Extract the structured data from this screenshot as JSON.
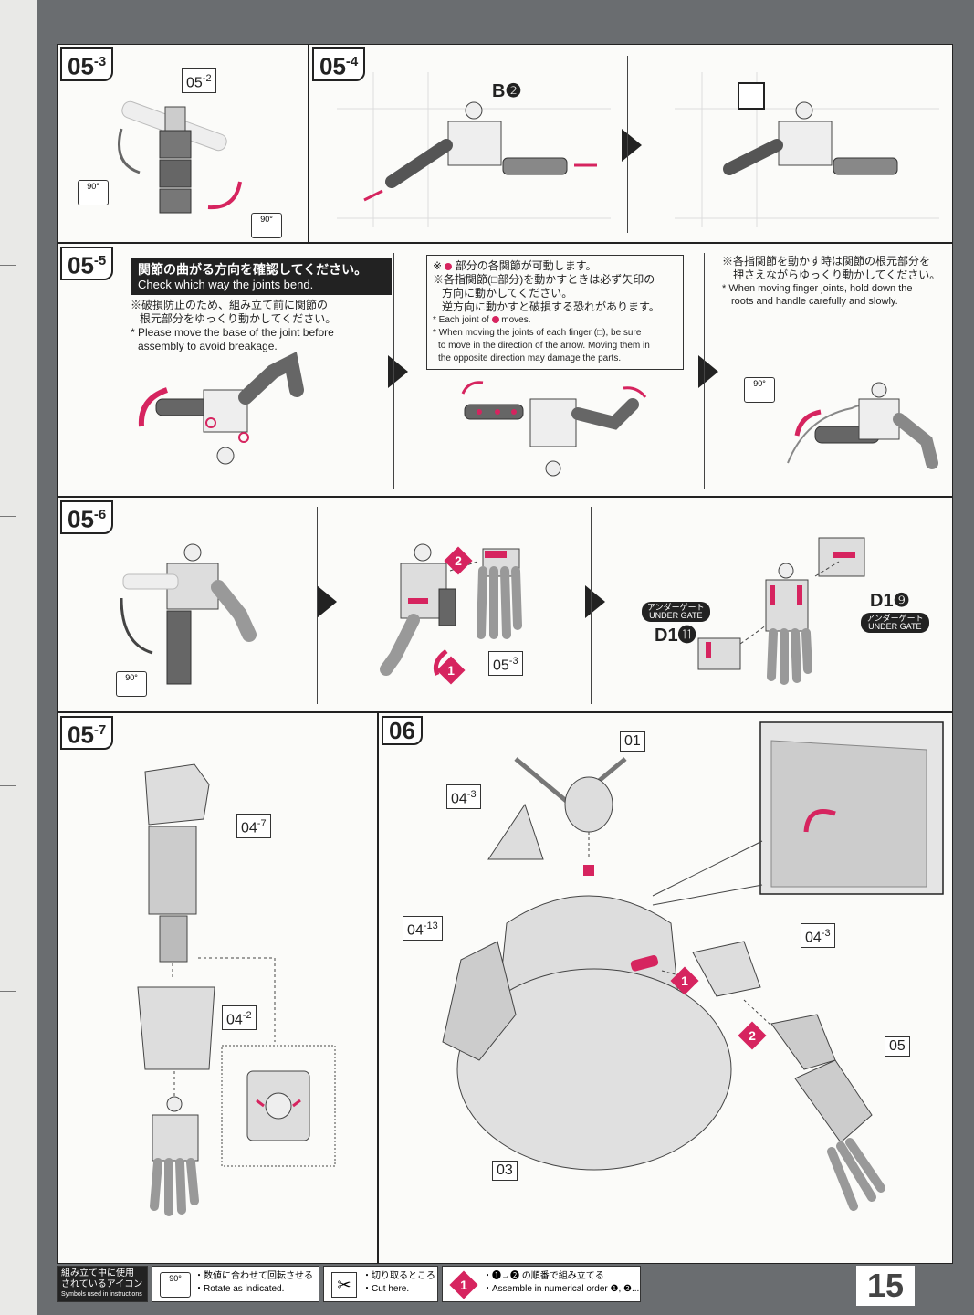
{
  "steps": {
    "s05_3": {
      "num": "05",
      "sub": "3",
      "ref": "05",
      "ref_sub": "2",
      "rot_a": "90°",
      "rot_b": "90°"
    },
    "s05_4": {
      "num": "05",
      "sub": "4",
      "part": "B❷"
    },
    "s05_5": {
      "num": "05",
      "sub": "5",
      "warn_jp": "関節の曲がる方向を確認してください。",
      "warn_en": "Check which way the joints bend.",
      "note1_jp_a": "※破損防止のため、組み立て前に関節の",
      "note1_jp_b": "根元部分をゆっくり動かしてください。",
      "note1_en_a": "* Please move the base of the joint before",
      "note1_en_b": "assembly to avoid breakage.",
      "note2_jp_a": "※",
      "note2_jp_a2": "部分の各関節が可動します。",
      "note2_jp_b": "※各指関節(□部分)を動かすときは必ず矢印の",
      "note2_jp_c": "方向に動かしてください。",
      "note2_jp_d": "逆方向に動かすと破損する恐れがあります。",
      "note2_en_a": "* Each joint of",
      "note2_en_a2": "moves.",
      "note2_en_b": "* When moving the joints of each finger (□), be sure",
      "note2_en_c": "to move in the direction of the arrow. Moving them in",
      "note2_en_d": "the opposite direction may damage the parts.",
      "note3_jp_a": "※各指関節を動かす時は関節の根元部分を",
      "note3_jp_b": "押さえながらゆっくり動かしてください。",
      "note3_en_a": "* When moving finger joints, hold down the",
      "note3_en_b": "roots and handle carefully and slowly.",
      "rot": "90°"
    },
    "s05_6": {
      "num": "05",
      "sub": "6",
      "rot": "90°",
      "ref": "05",
      "ref_sub": "3",
      "num1": "1",
      "num2": "2",
      "gate_jp": "アンダーゲート",
      "gate_en": "UNDER GATE",
      "part_a": "D1⓫",
      "part_b": "D1❾"
    },
    "s05_7": {
      "num": "05",
      "sub": "7",
      "ref_a": "04",
      "ref_a_sub": "7",
      "ref_b": "04",
      "ref_b_sub": "2"
    },
    "s06": {
      "num": "06",
      "ref_01": "01",
      "ref_04_3a": "04",
      "ref_04_3a_sub": "3",
      "ref_04_13": "04",
      "ref_04_13_sub": "13",
      "ref_04_3b": "04",
      "ref_04_3b_sub": "3",
      "ref_05": "05",
      "ref_03": "03",
      "num1": "1",
      "num2": "2"
    }
  },
  "footer": {
    "title_jp_a": "組み立て中に使用",
    "title_jp_b": "されているアイコン",
    "title_en": "Symbols used in instructions",
    "rot_icon": "90°",
    "rot_jp": "・数値に合わせて回転させる",
    "rot_en": "・Rotate as indicated.",
    "cut_jp": "・切り取るところ",
    "cut_en": "・Cut here.",
    "order_jp": "・❶→❷ の順番で組み立てる",
    "order_en": "・Assemble in numerical order ❶, ❷..."
  },
  "page_number": "15",
  "colors": {
    "accent": "#d6245f",
    "ink": "#222222",
    "paper": "#fbfbf9"
  }
}
